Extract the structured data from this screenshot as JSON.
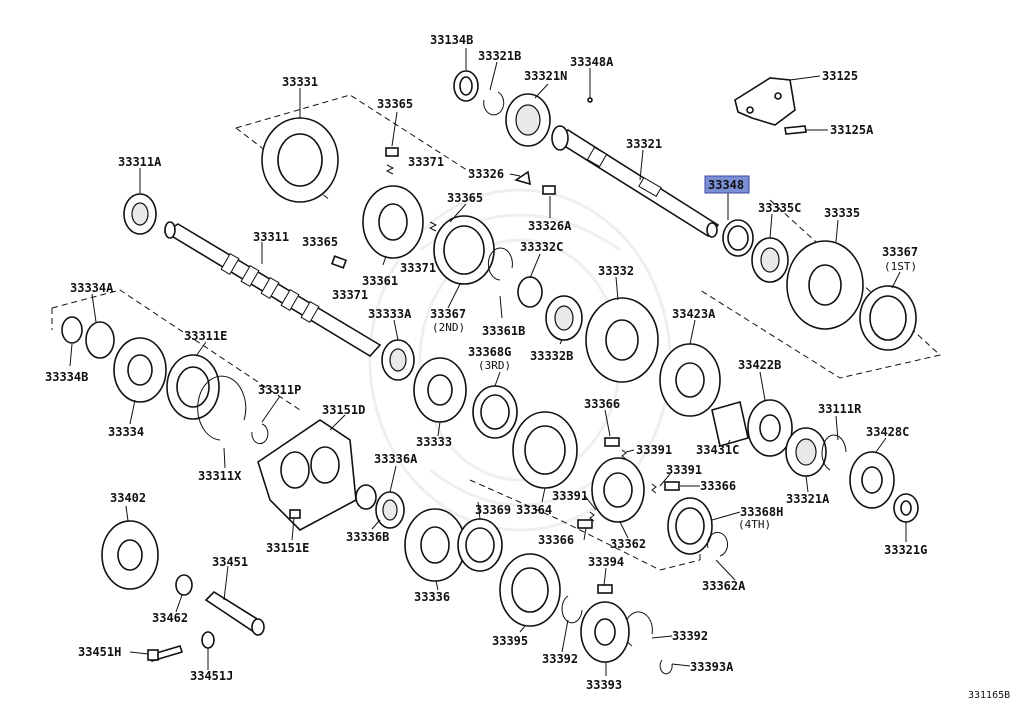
{
  "diagram": {
    "highlight_color": "#7b8fd6",
    "highlighted_part": "33348",
    "figure_code": "331165B",
    "labels": {
      "l33134B": "33134B",
      "l33321B": "33321B",
      "l33348A": "33348A",
      "l33321N": "33321N",
      "l33125": "33125",
      "l33125A": "33125A",
      "l33331": "33331",
      "l33365a": "33365",
      "l33371a": "33371",
      "l33321": "33321",
      "l33326": "33326",
      "l33348": "33348",
      "l33335C": "33335C",
      "l33335": "33335",
      "l33311A": "33311A",
      "l33365b": "33365",
      "l33326A": "33326A",
      "l33367a": "33367",
      "l1ST": "(1ST)",
      "l33311": "33311",
      "l33365c": "33365",
      "l33371b": "33371",
      "l33332C": "33332C",
      "l33361": "33361",
      "l33371c": "33371",
      "l33332": "33332",
      "l33334A": "33334A",
      "l33333A": "33333A",
      "l33367b": "33367",
      "l2ND": "(2ND)",
      "l33361B": "33361B",
      "l33423A": "33423A",
      "l33311E": "33311E",
      "l33368G": "33368G",
      "l3RD": "(3RD)",
      "l33332B": "33332B",
      "l33334B": "33334B",
      "l33422B": "33422B",
      "l33311P": "33311P",
      "l33151D": "33151D",
      "l33366a": "33366",
      "l33111R": "33111R",
      "l33334": "33334",
      "l33333": "33333",
      "l33391a": "33391",
      "l33431C": "33431C",
      "l33428C": "33428C",
      "l33311X": "33311X",
      "l33336A": "33336A",
      "l33391b": "33391",
      "l33366b": "33366",
      "l33402": "33402",
      "l33391c": "33391",
      "l33321A": "33321A",
      "l33151E": "33151E",
      "l33336B": "33336B",
      "l33369": "33369",
      "l33364": "33364",
      "l33368H": "33368H",
      "l4TH": "(4TH)",
      "l33366c": "33366",
      "l33362": "33362",
      "l33321G": "33321G",
      "l33451": "33451",
      "l33394": "33394",
      "l33362A": "33362A",
      "l33336": "33336",
      "l33462": "33462",
      "l33392a": "33392",
      "l33395": "33395",
      "l33451H": "33451H",
      "l33392b": "33392",
      "l33393A": "33393A",
      "l33451J": "33451J",
      "l33393": "33393"
    }
  }
}
